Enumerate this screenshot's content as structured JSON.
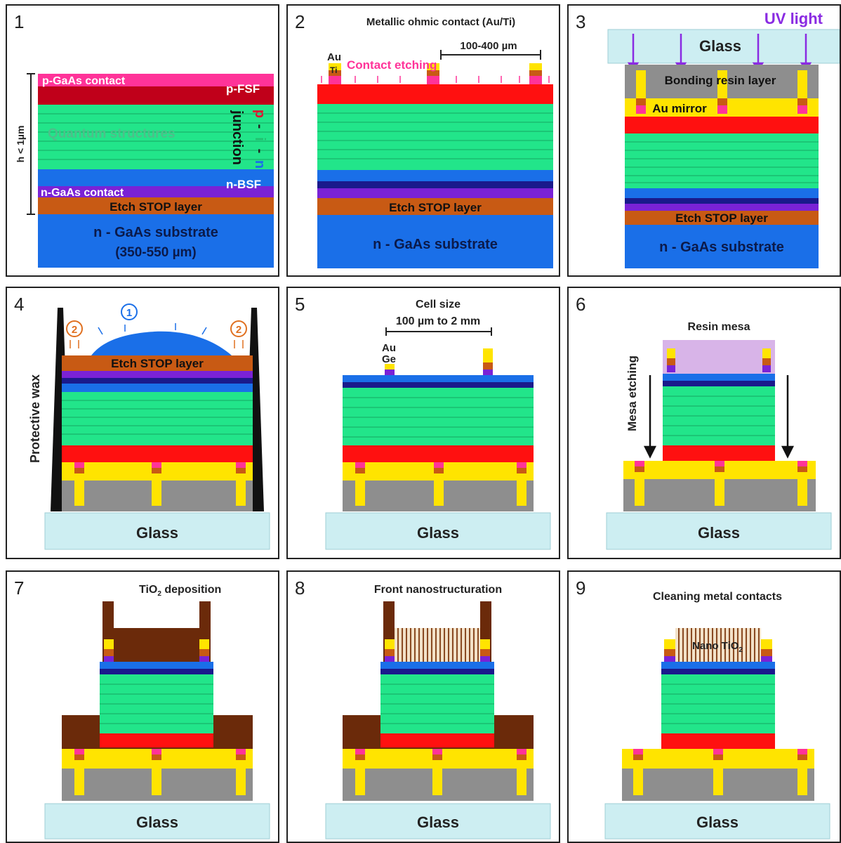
{
  "panels": [
    {
      "number": "1",
      "labels": {
        "pgaas": "p-GaAs contact",
        "pfsf": "p-FSF",
        "qs": "Quantum structures",
        "junction": "junction",
        "p": "p",
        "dash1": "-",
        "i": "i",
        "dash2": "-",
        "n": "n",
        "height": "h < 1µm",
        "ngaas": "n-GaAs contact",
        "nbsf": "n-BSF",
        "etch": "Etch STOP layer",
        "substrate": "n - GaAs substrate",
        "thickness": "(350-550 µm)"
      }
    },
    {
      "number": "2",
      "labels": {
        "title": "Metallic ohmic contact (Au/Ti)",
        "spacing": "100-400 µm",
        "au": "Au",
        "ti": "Ti",
        "etching": "Contact etching",
        "etch": "Etch STOP layer",
        "substrate": "n - GaAs substrate"
      }
    },
    {
      "number": "3",
      "labels": {
        "uv": "UV light",
        "glass": "Glass",
        "resin": "Bonding resin layer",
        "mirror": "Au mirror",
        "etch": "Etch STOP layer",
        "substrate": "n - GaAs substrate"
      }
    },
    {
      "number": "4",
      "labels": {
        "wax": "Protective wax",
        "step1": "1",
        "step2a": "2",
        "step2b": "2",
        "etch": "Etch STOP layer",
        "glass": "Glass"
      }
    },
    {
      "number": "5",
      "labels": {
        "cellsize": "Cell size",
        "range": "100 µm to 2 mm",
        "au": "Au",
        "ge": "Ge",
        "glass": "Glass"
      }
    },
    {
      "number": "6",
      "labels": {
        "resin": "Resin mesa",
        "mesa": "Mesa etching",
        "glass": "Glass"
      }
    },
    {
      "number": "7",
      "labels": {
        "title_main": "TiO",
        "title_sub": "2",
        "title_rest": " deposition",
        "glass": "Glass"
      }
    },
    {
      "number": "8",
      "labels": {
        "title": "Front nanostructuration",
        "glass": "Glass"
      }
    },
    {
      "number": "9",
      "labels": {
        "title": "Cleaning metal contacts",
        "nano_main": "Nano TiO",
        "nano_sub": "2",
        "glass": "Glass"
      }
    }
  ],
  "colors": {
    "pink": "#ff3399",
    "darkred": "#c0001a",
    "red": "#ff1010",
    "green": "#22e58a",
    "blue": "#1a6fe8",
    "navy": "#1a1a8c",
    "purple": "#7a22d6",
    "orange": "#c85a14",
    "yellow": "#ffe400",
    "gray": "#8e8e8e",
    "glass": "#cdeef2",
    "brown": "#6b2a0a",
    "wax": "#111111",
    "uv": "#8a2be2",
    "lavender": "#d8b4e8"
  }
}
